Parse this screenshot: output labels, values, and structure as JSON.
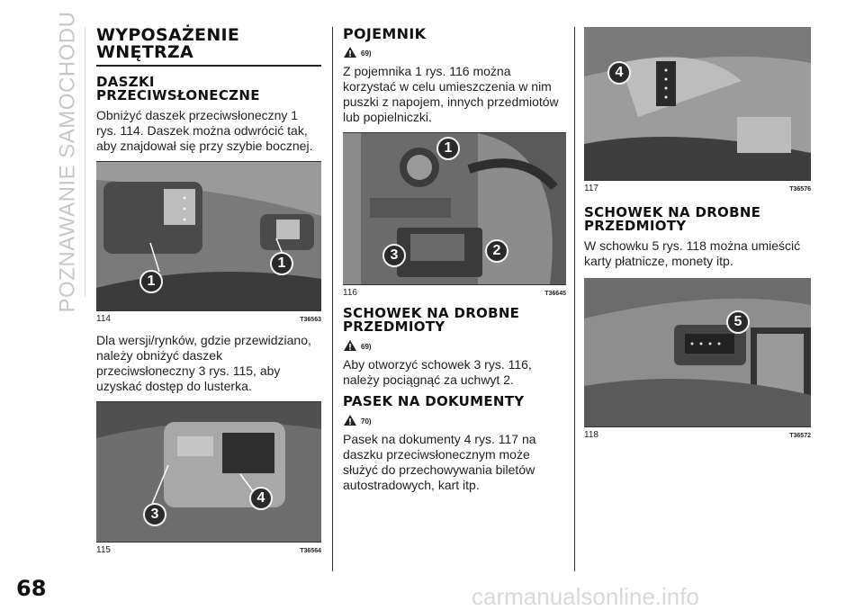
{
  "side_title": "POZNAWANIE SAMOCHODU",
  "page_number": "68",
  "watermark": "carmanualsonline.info",
  "col1": {
    "title": "WYPOSAŻENIE WNĘTRZA",
    "sub1": "DASZKI PRZECIWSŁONECZNE",
    "para1": "Obniżyć daszek przeciwsłoneczny 1 rys. 114. Daszek można odwrócić tak, aby znajdował się przy szybie bocznej.",
    "fig114": {
      "number": "114",
      "code": "T36563",
      "callouts": [
        "1",
        "1"
      ]
    },
    "para2": "Dla wersji/rynków, gdzie przewidziano, należy obniżyć daszek przeciwsłoneczny 3 rys. 115, aby uzyskać dostęp do lusterka.",
    "fig115": {
      "number": "115",
      "code": "T36564",
      "callouts": [
        "3",
        "4"
      ]
    }
  },
  "col2": {
    "title": "POJEMNIK",
    "warn1": "69)",
    "para1": "Z pojemnika 1 rys. 116 można korzystać w celu umieszczenia w nim puszki z napojem, innych przedmiotów lub popielniczki.",
    "fig116": {
      "number": "116",
      "code": "T36645",
      "callouts": [
        "1",
        "3",
        "2"
      ]
    },
    "sub2": "SCHOWEK NA DROBNE PRZEDMIOTY",
    "warn2": "69)",
    "para2": "Aby otworzyć schowek 3 rys. 116, należy pociągnąć za uchwyt 2.",
    "sub3": "PASEK NA DOKUMENTY",
    "warn3": "70)",
    "para3": "Pasek na dokumenty 4 rys. 117 na daszku przeciwsłonecznym może służyć do przechowywania biletów autostradowych, kart itp."
  },
  "col3": {
    "fig117": {
      "number": "117",
      "code": "T36576",
      "callouts": [
        "4"
      ]
    },
    "sub1": "SCHOWEK NA DROBNE PRZEDMIOTY",
    "para1": "W schowku 5 rys. 118 można umieścić karty płatnicze, monety itp.",
    "fig118": {
      "number": "118",
      "code": "T36572",
      "callouts": [
        "5"
      ]
    }
  }
}
